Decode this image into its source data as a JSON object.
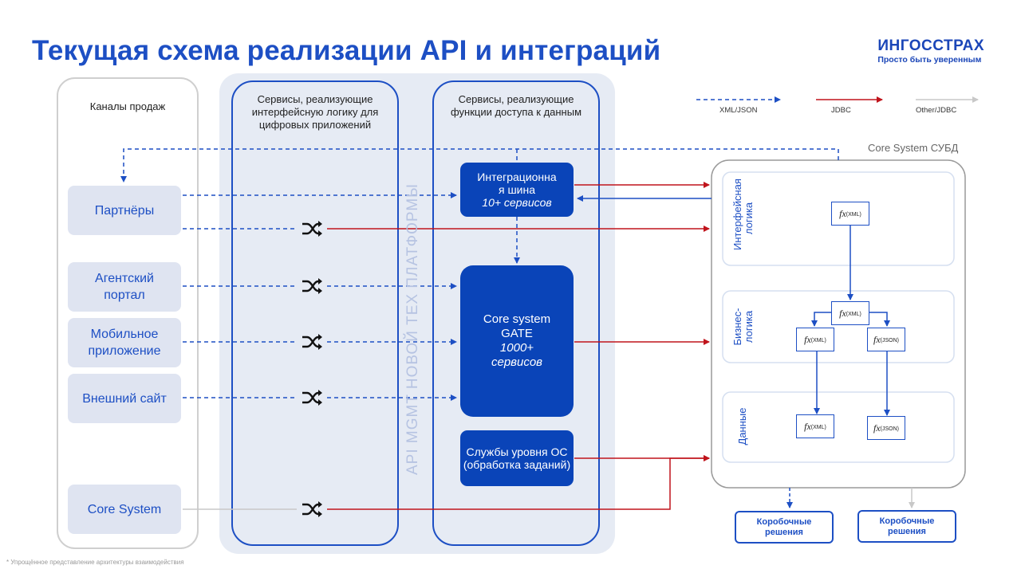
{
  "header": {
    "title": "Текущая схема реализации API и интеграций",
    "logo_name": "ИНГОССТРАХ",
    "logo_tagline": "Просто быть уверенным"
  },
  "legend": {
    "xml_json": "XML/JSON",
    "jdbc": "JDBC",
    "other_jdbc": "Other/JDBC"
  },
  "colors": {
    "brand_blue": "#1d4fc4",
    "dark_blue": "#0a44b8",
    "jdbc_red": "#c0141c",
    "gray": "#c8c8c8",
    "panel": "#e6ebf4"
  },
  "channels": {
    "title": "Каналы продаж",
    "items": [
      "Партнёры",
      "Агентский портал",
      "Мобильное приложение",
      "Внешний сайт",
      "Core System"
    ]
  },
  "platform": {
    "vertical_label": "API MGMT НОВОЙ ТЕХ ПЛАТФОРМЫ",
    "col1_title": "Сервисы, реализующие интерфейсную логику для цифровых приложений",
    "col2_title": "Сервисы, реализующие функции доступа к данным",
    "bus_line1": "Интеграционная шина",
    "bus_line2": "10+ сервисов",
    "gate_line1": "Core system GATE",
    "gate_line2": "1000+ сервисов",
    "os_services": "Службы уровня ОС (обработка заданий)"
  },
  "core_db": {
    "title": "Core System СУБД",
    "layers": [
      "Интерфейсная логика",
      "Бизнес-логика",
      "Данные"
    ],
    "fx_label": "fx",
    "fx_tags": [
      "(XML)",
      "(XML)",
      "(XML)",
      "(JSON)",
      "(XML)",
      "(JSON)"
    ]
  },
  "boxed_solutions": [
    "Коробочные решения",
    "Коробочные решения"
  ],
  "footnote": "* Упрощённое представление архитектуры взаимодействия"
}
